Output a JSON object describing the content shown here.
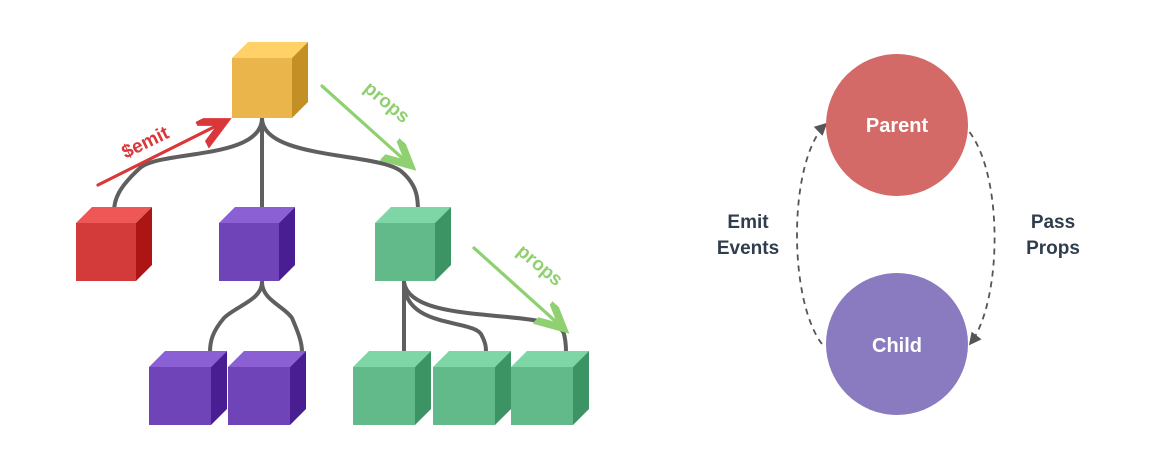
{
  "tree": {
    "emit_label": "$emit",
    "props_label_top": "props",
    "props_label_bottom": "props",
    "colors": {
      "root": "#eab54a",
      "red": "#d33b3b",
      "purple": "#6f44b8",
      "green": "#62b98a",
      "connector": "#5f5f5f",
      "emit_arrow": "#d9373a",
      "props_arrow": "#8fd070"
    }
  },
  "cycle": {
    "parent_label": "Parent",
    "child_label": "Child",
    "left_label_line1": "Emit",
    "left_label_line2": "Events",
    "right_label_line1": "Pass",
    "right_label_line2": "Props",
    "colors": {
      "parent": "#d46a68",
      "child": "#8a7bc0",
      "text_dark": "#2f3d4d",
      "dashed": "#555555"
    }
  }
}
